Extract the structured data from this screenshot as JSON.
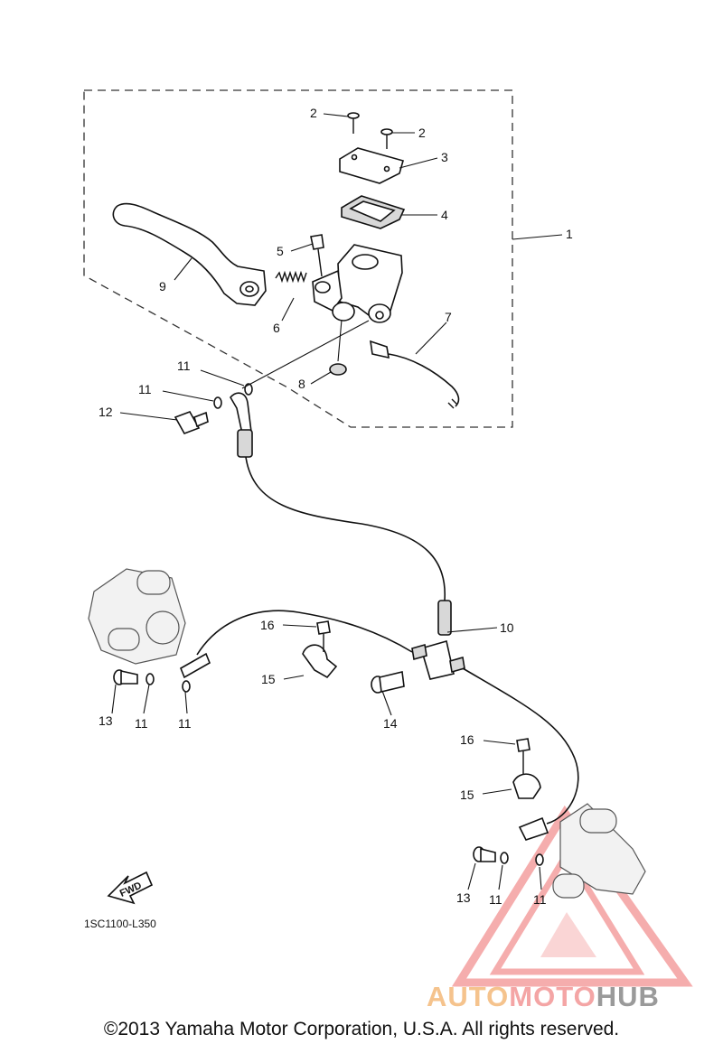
{
  "callouts": {
    "c1": "1",
    "c2a": "2",
    "c2b": "2",
    "c3": "3",
    "c4": "4",
    "c5": "5",
    "c6": "6",
    "c7": "7",
    "c8": "8",
    "c9": "9",
    "c10": "10",
    "c11a": "11",
    "c11b": "11",
    "c11c": "11",
    "c11d": "11",
    "c11e": "11",
    "c11f": "11",
    "c12": "12",
    "c13a": "13",
    "c13b": "13",
    "c14": "14",
    "c15a": "15",
    "c15b": "15",
    "c16a": "16",
    "c16b": "16"
  },
  "fwd_label": "FWD",
  "diagram_code": "1SC1100-L350",
  "copyright": "©2013 Yamaha Motor Corporation, U.S.A. All rights reserved.",
  "watermark": {
    "auto": "AUTO",
    "moto": "MOTO",
    "hub": "HUB"
  },
  "colors": {
    "watermark_red": "#f4a5a5",
    "watermark_orange": "#f5c38d",
    "watermark_gray": "#9a9a9a"
  }
}
